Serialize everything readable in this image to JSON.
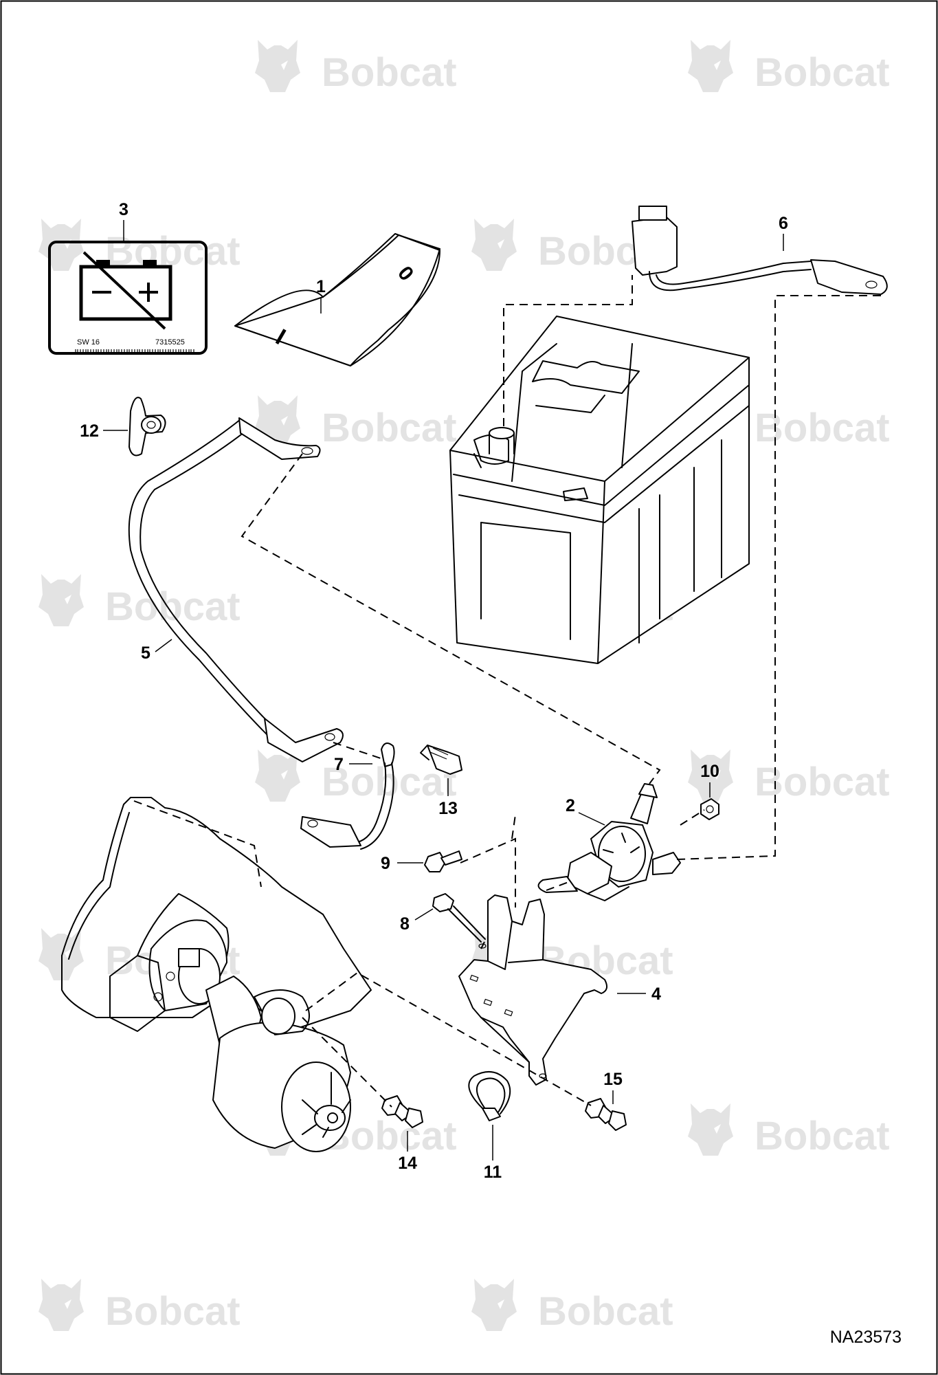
{
  "watermark": {
    "brand_text": "Bobcat",
    "logo_icon": "bobcat-logo-icon"
  },
  "drawing_number": "NA23573",
  "decal": {
    "model_text": "SW 16",
    "part_number_text": "7315525"
  },
  "switch_plate": {
    "on_symbol": "I",
    "off_symbol": "0"
  },
  "callouts": [
    {
      "number": "1",
      "part": "Key switch decal plate"
    },
    {
      "number": "2",
      "part": "Battery disconnect switch"
    },
    {
      "number": "3",
      "part": "Battery disconnect decal"
    },
    {
      "number": "4",
      "part": "Mounting bracket"
    },
    {
      "number": "5",
      "part": "Battery cable"
    },
    {
      "number": "6",
      "part": "Battery cable with connector"
    },
    {
      "number": "7",
      "part": "Ground cable"
    },
    {
      "number": "8",
      "part": "Bolt"
    },
    {
      "number": "9",
      "part": "Bolt"
    },
    {
      "number": "10",
      "part": "Nut"
    },
    {
      "number": "11",
      "part": "Clamp"
    },
    {
      "number": "12",
      "part": "Cable clip"
    },
    {
      "number": "13",
      "part": "Bolt"
    },
    {
      "number": "14",
      "part": "Bolt"
    },
    {
      "number": "15",
      "part": "Bolt"
    }
  ],
  "colors": {
    "line": "#000000",
    "watermark": "#e3e3e3",
    "background": "#ffffff"
  }
}
